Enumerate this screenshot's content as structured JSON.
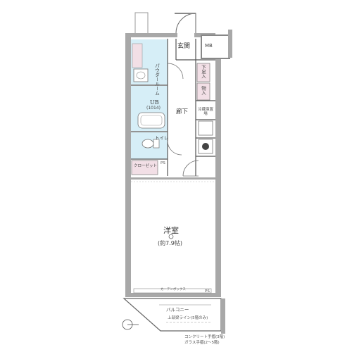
{
  "rooms": {
    "genkan": "玄関",
    "mb": "MB",
    "powder": "パウダールーム",
    "geta": "下足入",
    "mono": "物入",
    "ub": "UB",
    "ub_size": "(1014)",
    "rouka": "廊下",
    "reizouko": "冷蔵庫置場",
    "toilet": "トイレ",
    "closet": "クローゼット",
    "ps_upper": "PS",
    "youshitsu": "洋室",
    "youshitsu_size": "(約7.9帖)",
    "curtain": "カーテンボックス",
    "ps_lower": "PS",
    "balcony": "バルコニー",
    "joukan_line": "上部梁ライン(5階のみ)",
    "concrete": "コンクリート手摺(3階)",
    "glass": "ガラス手摺(2〜5階)"
  },
  "colors": {
    "wall": "#9e9e9e",
    "wet": "#d6eef7",
    "pink": "#f2dfe6",
    "outline": "#6b6b6b"
  }
}
